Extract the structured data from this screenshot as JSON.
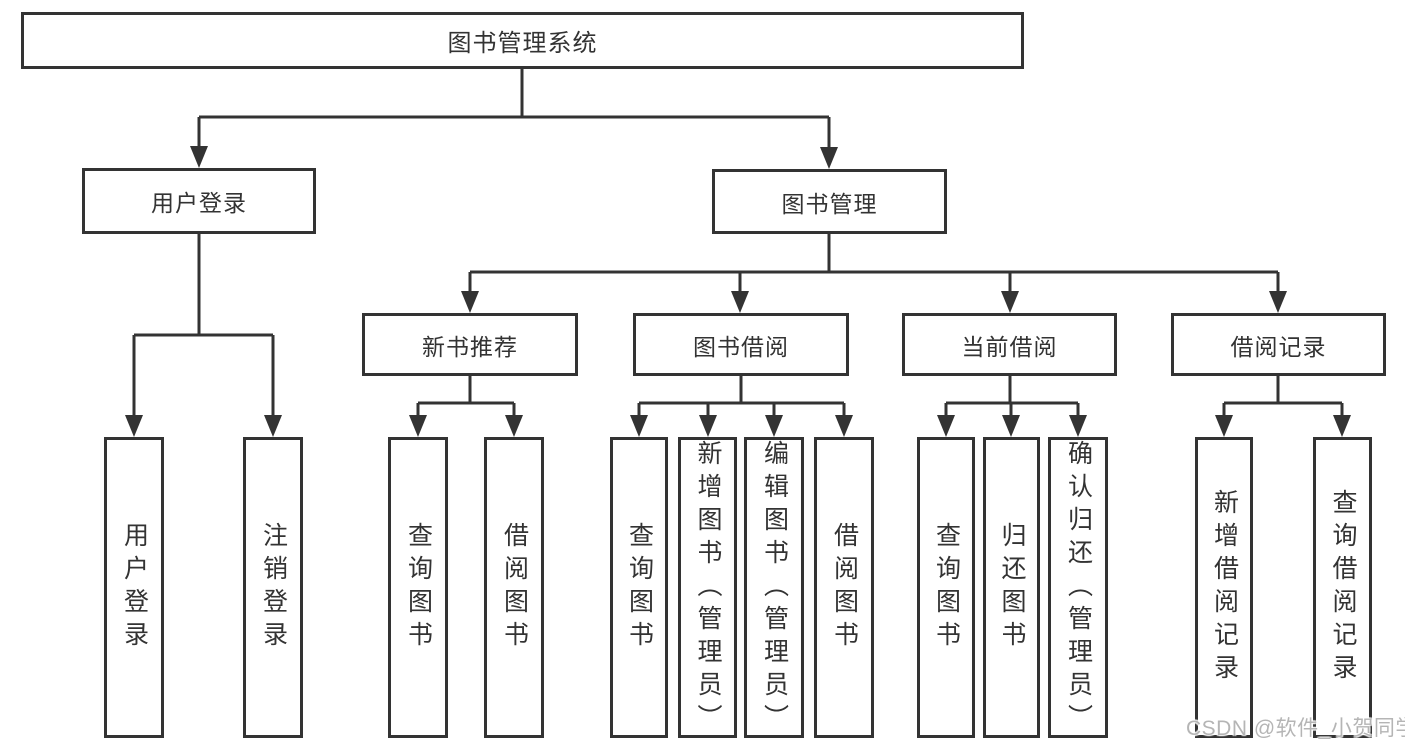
{
  "tree": {
    "label": "图书管理系统",
    "children": [
      {
        "label": "用户登录",
        "children": [
          {
            "label": "用户登录"
          },
          {
            "label": "注销登录"
          }
        ]
      },
      {
        "label": "图书管理",
        "children": [
          {
            "label": "新书推荐",
            "children": [
              {
                "label": "查询图书"
              },
              {
                "label": "借阅图书"
              }
            ]
          },
          {
            "label": "图书借阅",
            "children": [
              {
                "label": "查询图书"
              },
              {
                "label": "新增图书（管理员）"
              },
              {
                "label": "编辑图书（管理员）"
              },
              {
                "label": "借阅图书"
              }
            ]
          },
          {
            "label": "当前借阅",
            "children": [
              {
                "label": "查询图书"
              },
              {
                "label": "归还图书"
              },
              {
                "label": "确认归还（管理员）"
              }
            ]
          },
          {
            "label": "借阅记录",
            "children": [
              {
                "label": "新增借阅记录"
              },
              {
                "label": "查询借阅记录"
              }
            ]
          }
        ]
      }
    ]
  },
  "watermark": "CSDN @软件_小贺同学",
  "colors": {
    "line": "#333333",
    "text": "#333333",
    "background": "#ffffff",
    "watermark": "#b5b5b5"
  }
}
